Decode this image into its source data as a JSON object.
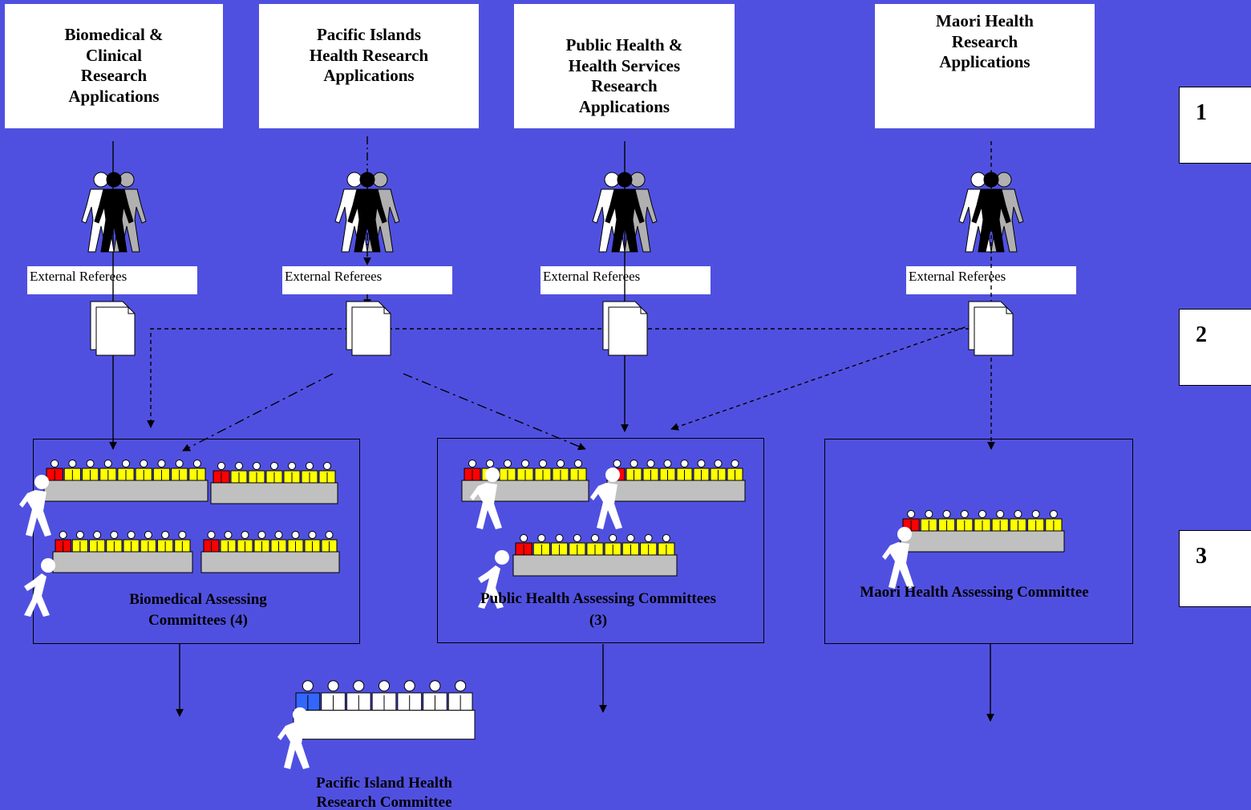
{
  "applications": [
    {
      "label": "Biomedical & Clinical Research Applications",
      "lines": [
        "Biomedical &",
        "Clinical",
        "Research",
        "Applications"
      ]
    },
    {
      "label": "Pacific Islands Health Research Applications",
      "lines": [
        "Pacific Islands",
        "Health Research",
        "Applications"
      ]
    },
    {
      "label": "Public Health & Health Services Research Applications",
      "lines": [
        "Public Health &",
        "Health Services",
        "Research",
        "Applications"
      ]
    },
    {
      "label": "Maori Health Research Applications",
      "lines": [
        "Maori Health",
        "Research",
        "Applications"
      ]
    }
  ],
  "referees": [
    "External Referees",
    "External Referees",
    "External Referees",
    "External Referees"
  ],
  "committees": {
    "biomedical": {
      "lines": [
        "Biomedical Assessing",
        "Committees (4)"
      ]
    },
    "public_health": {
      "lines": [
        "Public Health Assessing Committees",
        "(3)"
      ]
    },
    "maori": {
      "lines": [
        "Maori Health Assessing Committee"
      ]
    },
    "pacific": {
      "lines": [
        "Pacific Island Health",
        "Research Committee"
      ]
    }
  },
  "stages": [
    "1",
    "2",
    "3"
  ],
  "colors": {
    "background": "#5050e0",
    "chair_member": "#ffff00",
    "chair_member_pacific": "#ffffff",
    "chair_seat": "#ff0000",
    "chair_seat_pacific": "#3366ff",
    "table": "#c0c0c0"
  }
}
